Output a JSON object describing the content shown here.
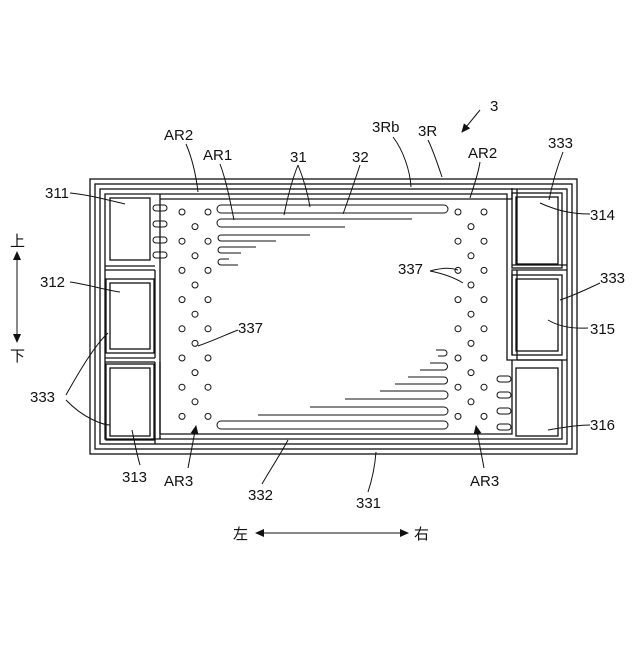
{
  "labels": {
    "ref_3": "3",
    "ref_3Rb": "3Rb",
    "ref_3R": "3R",
    "ar2_left": "AR2",
    "ar2_right": "AR2",
    "ar1": "AR1",
    "ref_31": "31",
    "ref_32": "32",
    "ref_333_top": "333",
    "ref_333_right": "333",
    "ref_333_left": "333",
    "ref_311": "311",
    "ref_312": "312",
    "ref_313": "313",
    "ref_314": "314",
    "ref_315": "315",
    "ref_316": "316",
    "ref_337_left": "337",
    "ref_337_right": "337",
    "ar3_left": "AR3",
    "ar3_right": "AR3",
    "ref_332": "332",
    "ref_331": "331",
    "dir_up": "上",
    "dir_down": "下",
    "dir_left": "左",
    "dir_right": "右"
  },
  "colors": {
    "line": "#111111",
    "background": "#ffffff"
  }
}
